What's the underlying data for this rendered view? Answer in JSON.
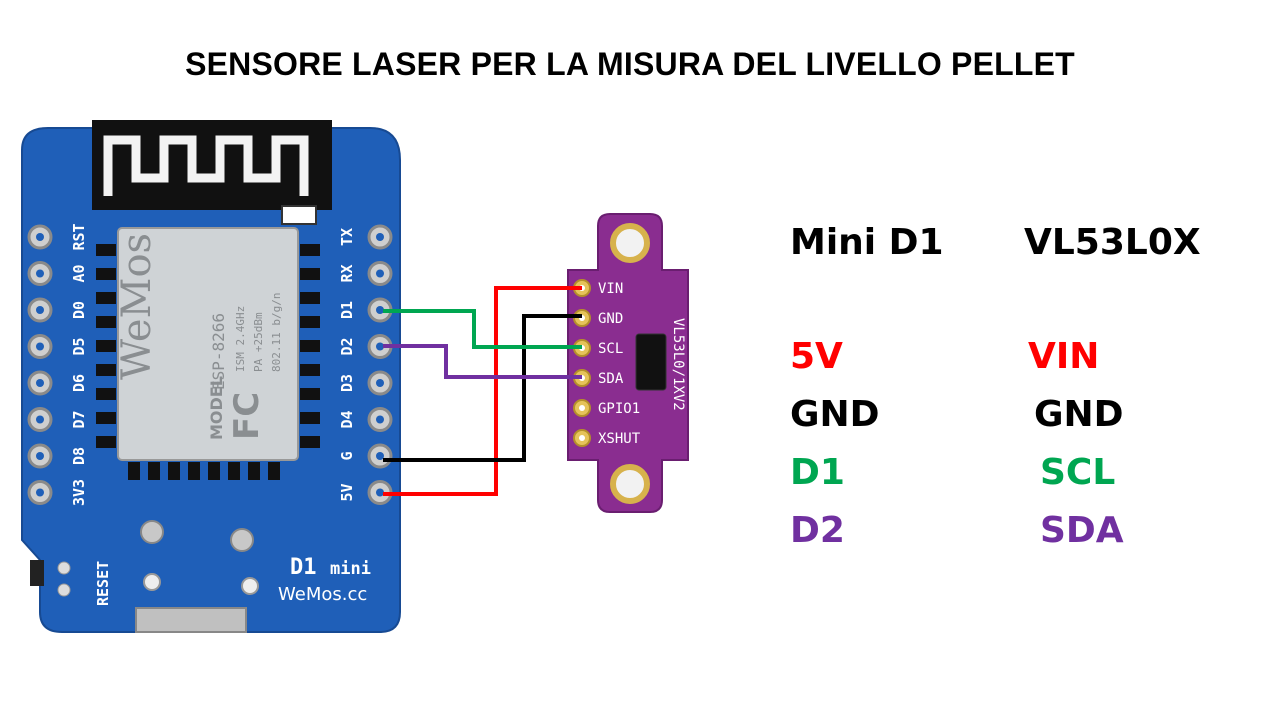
{
  "title": "SENSORE LASER PER LA MISURA DEL  LIVELLO PELLET",
  "board": {
    "module_brand": "WeMos",
    "module_chip": "ESP-8266",
    "module_spec1": "ISM 2.4GHz",
    "module_spec2": "PA +25dBm",
    "module_spec3": "802.11 b/g/n",
    "module_model": "MODEL",
    "module_fc": "FC",
    "left_pins": [
      "RST",
      "A0",
      "D0",
      "D5",
      "D6",
      "D7",
      "D8",
      "3V3"
    ],
    "right_pins": [
      "TX",
      "RX",
      "D1",
      "D2",
      "D3",
      "D4",
      "G",
      "5V"
    ],
    "reset_label": "RESET",
    "name_big": "D1",
    "name_small": "mini",
    "site": "WeMos.cc"
  },
  "sensor": {
    "pins": [
      "VIN",
      "GND",
      "SCL",
      "SDA",
      "GPIO1",
      "XSHUT"
    ],
    "part": "VL53L0/1XV2"
  },
  "wire_colors": {
    "red": "#ff0000",
    "black": "#000000",
    "green": "#00a651",
    "purple": "#7030a0"
  },
  "table": {
    "header_left": "Mini D1",
    "header_right": "VL53L0X",
    "rows": [
      {
        "left": "5V",
        "right": "VIN",
        "color": "#ff0000"
      },
      {
        "left": "GND",
        "right": "GND",
        "color": "#000000"
      },
      {
        "left": "D1",
        "right": "SCL",
        "color": "#00a651"
      },
      {
        "left": "D2",
        "right": "SDA",
        "color": "#7030a0"
      }
    ]
  }
}
